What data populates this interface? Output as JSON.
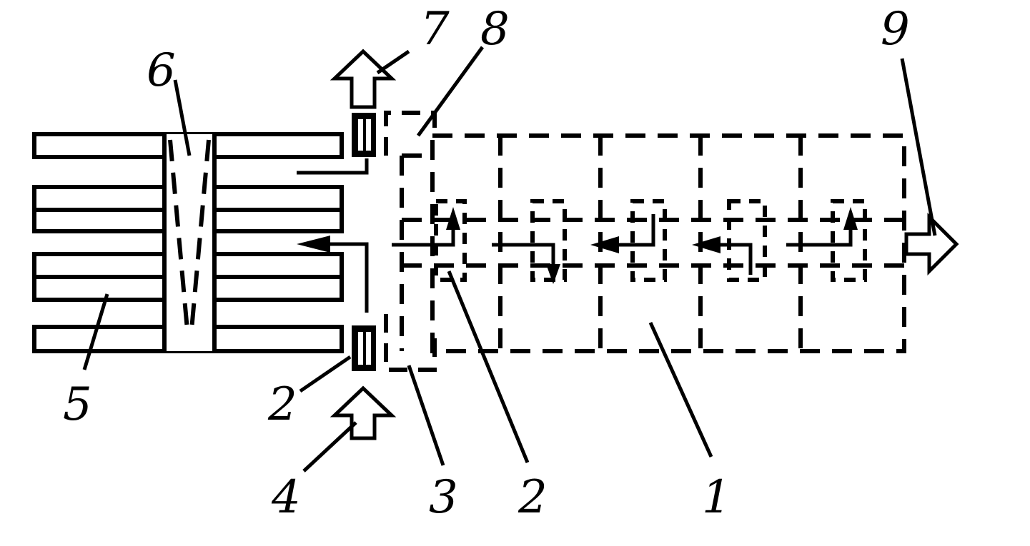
{
  "labels": {
    "l1": "1",
    "l2a": "2",
    "l2b": "2",
    "l3": "3",
    "l4": "4",
    "l5": "5",
    "l6": "6",
    "l7": "7",
    "l8": "8",
    "l9": "9"
  },
  "colors": {
    "ink": "#000000",
    "paper": "#ffffff"
  }
}
